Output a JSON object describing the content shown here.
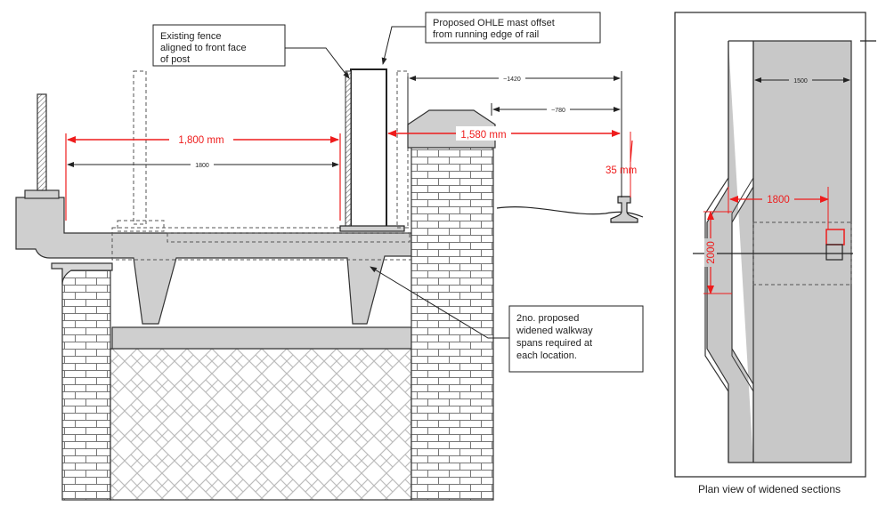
{
  "section": {
    "callout_fence": [
      "Existing fence",
      "aligned to front face",
      "of post"
    ],
    "callout_mast": [
      "Proposed OHLE mast offset",
      "from running edge of rail"
    ],
    "callout_spans": [
      "2no. proposed",
      "widened walkway",
      "spans required at",
      "each location."
    ],
    "dim_1800_red": "1,800 mm",
    "dim_1800_black": "1800",
    "dim_1580_red": "1,580 mm",
    "dim_1420": "~1420",
    "dim_780": "~780",
    "dim_35": "35 mm"
  },
  "plan": {
    "dim_1500": "1500",
    "dim_1800": "1800",
    "dim_2000": "2000",
    "caption": "Plan view of widened sections"
  },
  "colors": {
    "red": "#ee1c1c",
    "concrete": "#cfcfcf",
    "plan_fill": "#c8c8c8",
    "line": "#222222"
  }
}
